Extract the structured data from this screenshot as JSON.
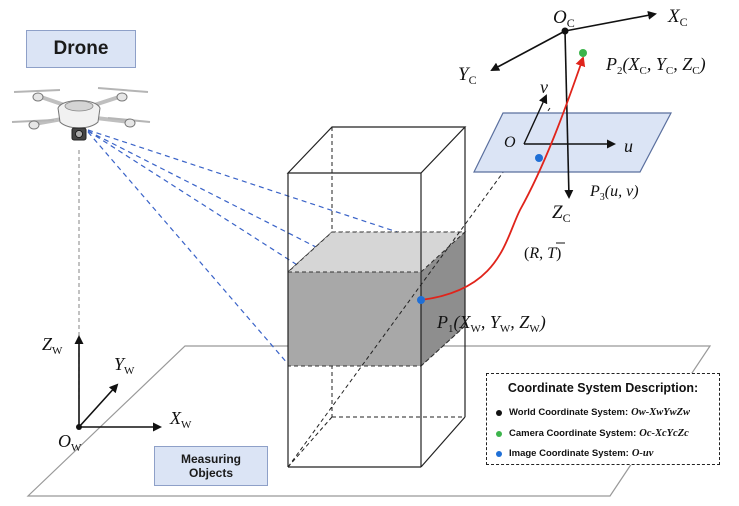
{
  "labels": {
    "drone": "Drone",
    "measuring_objects": "Measuring Objects"
  },
  "axes": {
    "world": {
      "origin": "O",
      "origin_sub": "W",
      "x": "X",
      "x_sub": "W",
      "y": "Y",
      "y_sub": "W",
      "z": "Z",
      "z_sub": "W"
    },
    "camera": {
      "origin": "O",
      "origin_sub": "C",
      "x": "X",
      "x_sub": "C",
      "y": "Y",
      "y_sub": "C",
      "z": "Z",
      "z_sub": "C"
    },
    "image": {
      "origin": "O",
      "u": "u",
      "v": "v"
    }
  },
  "points": {
    "p1": {
      "name": "P",
      "sub": "1",
      "coords_open": "(X",
      "x_sub": "W",
      "mid1": ", Y",
      "y_sub": "W",
      "mid2": ", Z",
      "z_sub": "W",
      "close": ")"
    },
    "p2": {
      "name": "P",
      "sub": "2",
      "coords_open": "(X",
      "x_sub": "C",
      "mid1": ", Y",
      "y_sub": "C",
      "mid2": ", Z",
      "z_sub": "C",
      "close": ")"
    },
    "p3": {
      "name": "P",
      "sub": "3",
      "coords": "(u, v)"
    }
  },
  "transform": {
    "open": "(",
    "r": "R",
    "sep": ", ",
    "t": "T",
    "close": ")"
  },
  "legend": {
    "title": "Coordinate System Description:",
    "rows": [
      {
        "label": "World Coordinate System:",
        "system": "Ow-XwYwZw",
        "color": "#111111"
      },
      {
        "label": "Camera Coordinate System:",
        "system": "Oc-XcYcZc",
        "color": "#3cb44b"
      },
      {
        "label": "Image Coordinate System:",
        "system": "O-uv",
        "color": "#1f6fd6"
      }
    ]
  },
  "colors": {
    "label_fill": "#dbe4f5",
    "projection_ray": "#3a63c8",
    "transform_curve": "#e0241b",
    "camera_point": "#3cb44b",
    "image_point": "#1f6fd6",
    "world_point": "#1f6fd6",
    "measured_slab": "#a8a8a8"
  }
}
